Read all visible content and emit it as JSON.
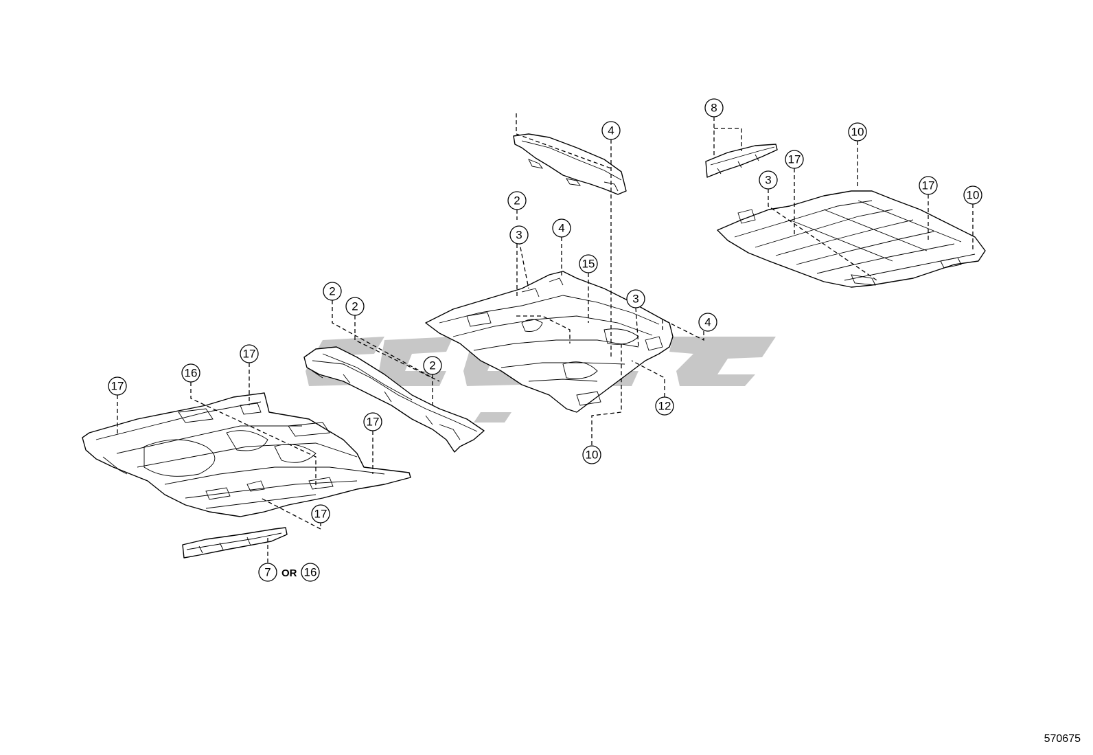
{
  "figure_number": "570675",
  "or_label": "OR",
  "callouts": {
    "front_floor_17_left": "17",
    "front_floor_16": "16",
    "front_floor_17_top": "17",
    "front_floor_17_right": "17",
    "front_floor_17_bottom": "17",
    "sill_7": "7",
    "sill_16": "16",
    "tunnel_2_a": "2",
    "tunnel_2_b": "2",
    "tunnel_2_c": "2",
    "center_2": "2",
    "center_3_a": "3",
    "center_4_a": "4",
    "center_15": "15",
    "center_3_b": "3",
    "center_4_b": "4",
    "center_12": "12",
    "center_10": "10",
    "crossmember_4": "4",
    "rear_8": "8",
    "rear_10_top": "10",
    "rear_17_a": "17",
    "rear_3": "3",
    "rear_17_b": "17",
    "rear_10_right": "10"
  }
}
